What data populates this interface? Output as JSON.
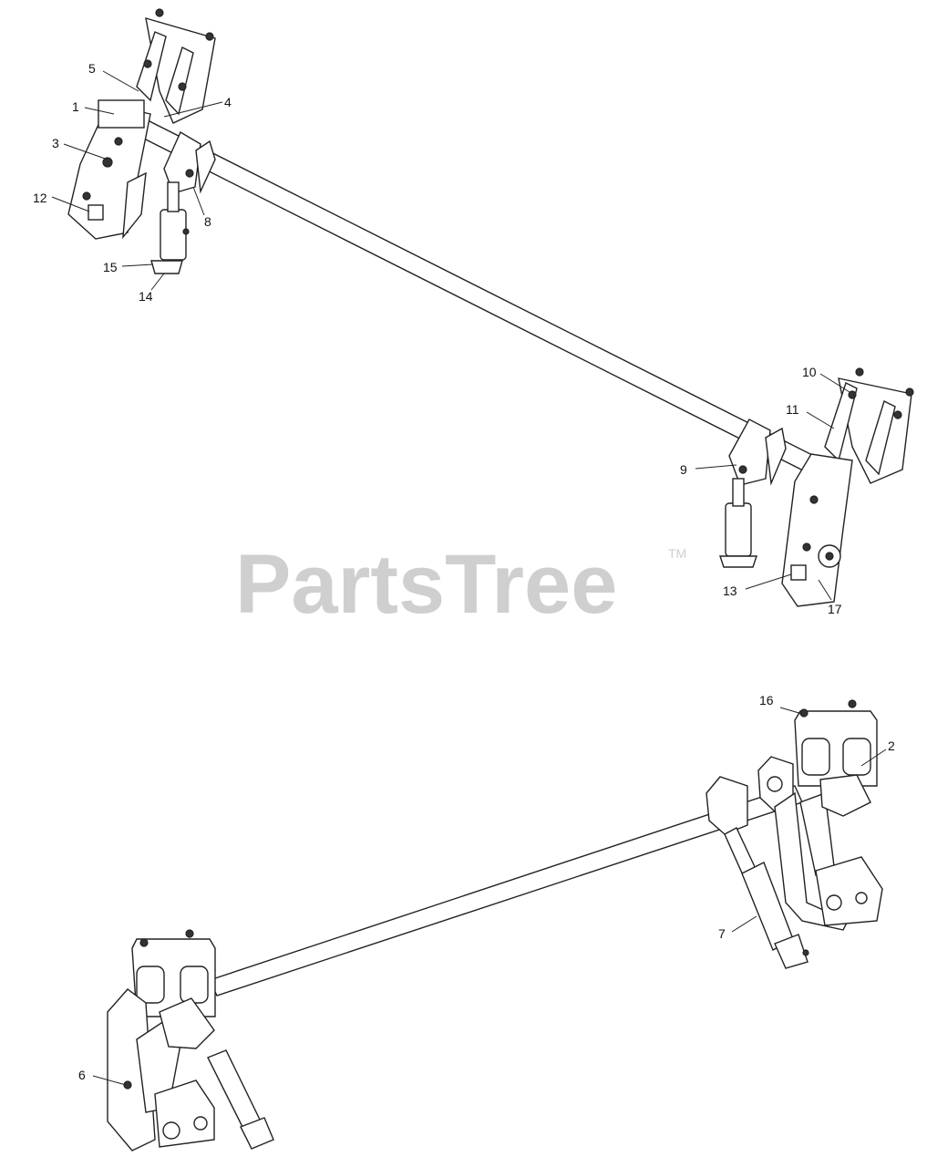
{
  "watermark": {
    "brand": "PartsTree",
    "tm": "TM"
  },
  "callouts": {
    "c1": "1",
    "c2": "2",
    "c3": "3",
    "c4": "4",
    "c5": "5",
    "c6": "6",
    "c7": "7",
    "c8": "8",
    "c9": "9",
    "c10": "10",
    "c11": "11",
    "c12": "12",
    "c13": "13",
    "c14": "14",
    "c15": "15",
    "c16": "16",
    "c17": "17"
  }
}
